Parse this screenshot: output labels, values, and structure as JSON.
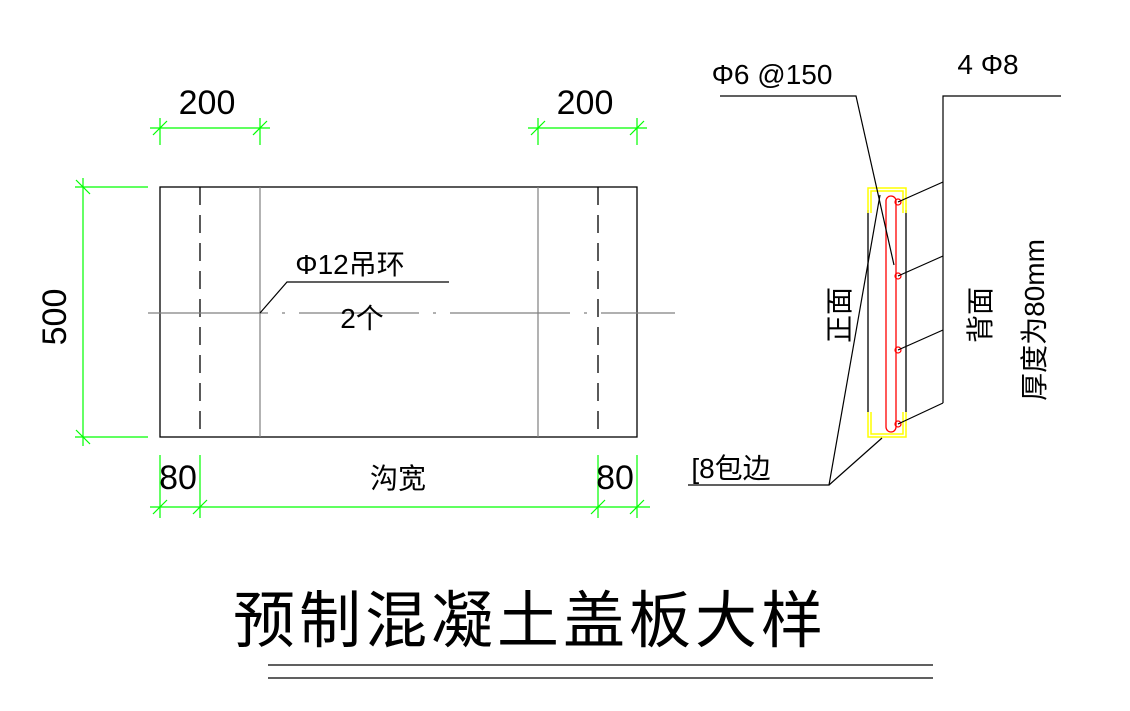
{
  "plan": {
    "dim_left_width": "200",
    "dim_right_width": "200",
    "dim_height": "500",
    "dim_bottom_left": "80",
    "dim_bottom_right": "80",
    "dim_bottom_center": "沟宽",
    "lifting_ring_label": "Φ12吊环",
    "lifting_ring_count": "2个"
  },
  "section": {
    "stirrup_label": "Φ6 @150",
    "main_bar_label": "4 Φ8",
    "edge_label": "[8包边",
    "front_label": "正面",
    "back_label": "背面",
    "thickness_label": "厚度为80mm"
  },
  "title": "预制混凝土盖板大样",
  "colors": {
    "dimension": "#00ff00",
    "rebar": "#ff0000",
    "edge_steel": "#ffff00",
    "centerline": "#808080"
  }
}
